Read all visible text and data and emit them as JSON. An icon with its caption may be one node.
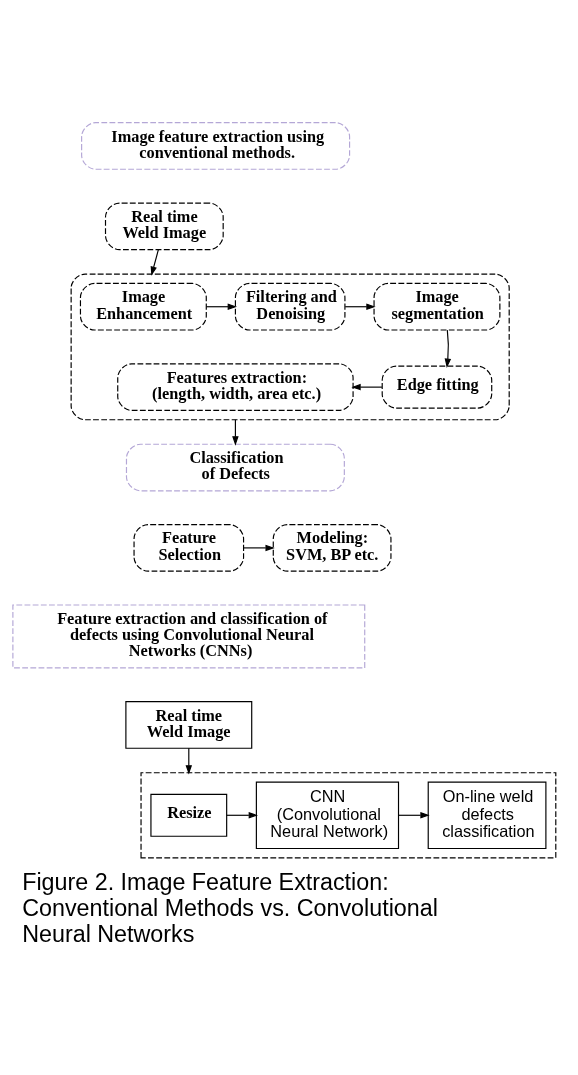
{
  "diagram": {
    "caption": "Figure 2. Image Feature Extraction: Conventional Methods vs. Convolutional Neural Networks",
    "nodes": [
      {
        "text": [
          "Image feature extraction using conventional methods."
        ]
      },
      {
        "text": [
          "Real time Weld Image"
        ]
      },
      {
        "text": [],
        "shape": "box"
      },
      {
        "text": [
          "Image Enhancement"
        ],
        "in": 2
      },
      {
        "text": [
          "Filtering and Denoising"
        ],
        "in": 2
      },
      {
        "text": [
          "Image segmentation"
        ],
        "in": 2
      },
      {
        "text": [
          "Edge fitting"
        ],
        "in": 2
      },
      {
        "text": [
          "Features extraction: (length, width, area etc.)"
        ],
        "in": 2
      },
      {
        "text": [
          "Classification of Defects"
        ]
      },
      {
        "text": [
          "Feature Selection"
        ]
      },
      {
        "text": [
          "Modeling: SVM, BP etc."
        ]
      },
      {
        "text": [
          "Feature extraction and classification of defects using Convolutional Neural Networks (CNNs)"
        ]
      },
      {
        "text": [
          "Real time Weld Image"
        ]
      },
      {
        "text": [],
        "shape": "box"
      },
      {
        "text": [
          "Resize"
        ],
        "in": 13
      },
      {
        "text": [
          "CNN (Convolutional Neural Network)"
        ],
        "in": 13
      },
      {
        "text": [
          "On-line weld defects classification"
        ],
        "in": 13
      }
    ],
    "edges": [
      {
        "from": 1,
        "to": 2,
        "arrow": "to"
      },
      {
        "from": 3,
        "to": 4,
        "arrow": "to"
      },
      {
        "from": 4,
        "to": 5,
        "arrow": "to"
      },
      {
        "from": 5,
        "to": 6,
        "arrow": "to"
      },
      {
        "from": 6,
        "to": 7,
        "arrow": "to"
      },
      {
        "from": 2,
        "to": 8,
        "arrow": "to"
      },
      {
        "from": 9,
        "to": 10,
        "arrow": "to"
      },
      {
        "from": 12,
        "to": 13,
        "arrow": "to"
      },
      {
        "from": 14,
        "to": 15,
        "arrow": "to"
      },
      {
        "from": 15,
        "to": 16,
        "arrow": "to"
      }
    ]
  }
}
